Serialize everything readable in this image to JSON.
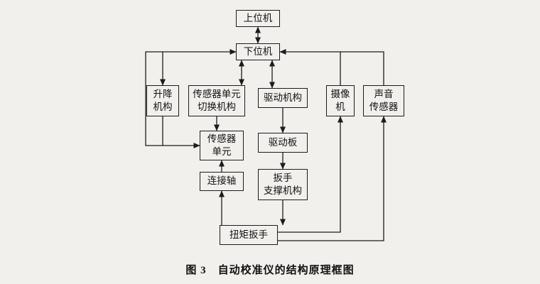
{
  "figure": {
    "caption": "图 3　自动校准仪的结构原理框图"
  },
  "nodes": {
    "host": {
      "label": "上位机"
    },
    "lower": {
      "label": "下位机"
    },
    "lift": {
      "label": "升降\n机构"
    },
    "switch": {
      "label": "传感器单元\n切换机构"
    },
    "drive_mech": {
      "label": "驱动机构"
    },
    "camera": {
      "label": "摄像\n机"
    },
    "sound": {
      "label": "声音\n传感器"
    },
    "sensor_unit": {
      "label": "传感器\n单元"
    },
    "drive_board": {
      "label": "驱动板"
    },
    "shaft": {
      "label": "连接轴"
    },
    "support": {
      "label": "扳手\n支撑机构"
    },
    "wrench": {
      "label": "扭矩扳手"
    }
  },
  "edges": [
    {
      "from": "上位机",
      "to": "下位机",
      "style": "bidirectional"
    },
    {
      "from": "下位机",
      "to": "传感器单元切换机构",
      "style": "bidirectional"
    },
    {
      "from": "下位机",
      "to": "驱动机构",
      "style": "bidirectional"
    },
    {
      "from": "下位机",
      "to": "升降机构",
      "style": "directed"
    },
    {
      "from": "传感器单元",
      "to": "下位机",
      "style": "bidirectional"
    },
    {
      "from": "升降机构",
      "to": "传感器单元",
      "style": "directed"
    },
    {
      "from": "传感器单元切换机构",
      "to": "传感器单元",
      "style": "directed"
    },
    {
      "from": "驱动机构",
      "to": "驱动板",
      "style": "directed"
    },
    {
      "from": "连接轴",
      "to": "传感器单元",
      "style": "directed"
    },
    {
      "from": "扭矩扳手",
      "to": "连接轴",
      "style": "directed"
    },
    {
      "from": "驱动板",
      "to": "扳手支撑机构",
      "style": "directed"
    },
    {
      "from": "扳手支撑机构",
      "to": "扭矩扳手",
      "style": "directed"
    },
    {
      "from": "扭矩扳手",
      "to": "摄像机",
      "style": "directed"
    },
    {
      "from": "扭矩扳手",
      "to": "声音传感器",
      "style": "directed"
    },
    {
      "from": "摄像机",
      "to": "下位机",
      "style": "directed"
    },
    {
      "from": "声音传感器",
      "to": "下位机",
      "style": "directed"
    }
  ],
  "colors": {
    "ink": "#1c1c1c",
    "background": "#f1f0ed"
  }
}
